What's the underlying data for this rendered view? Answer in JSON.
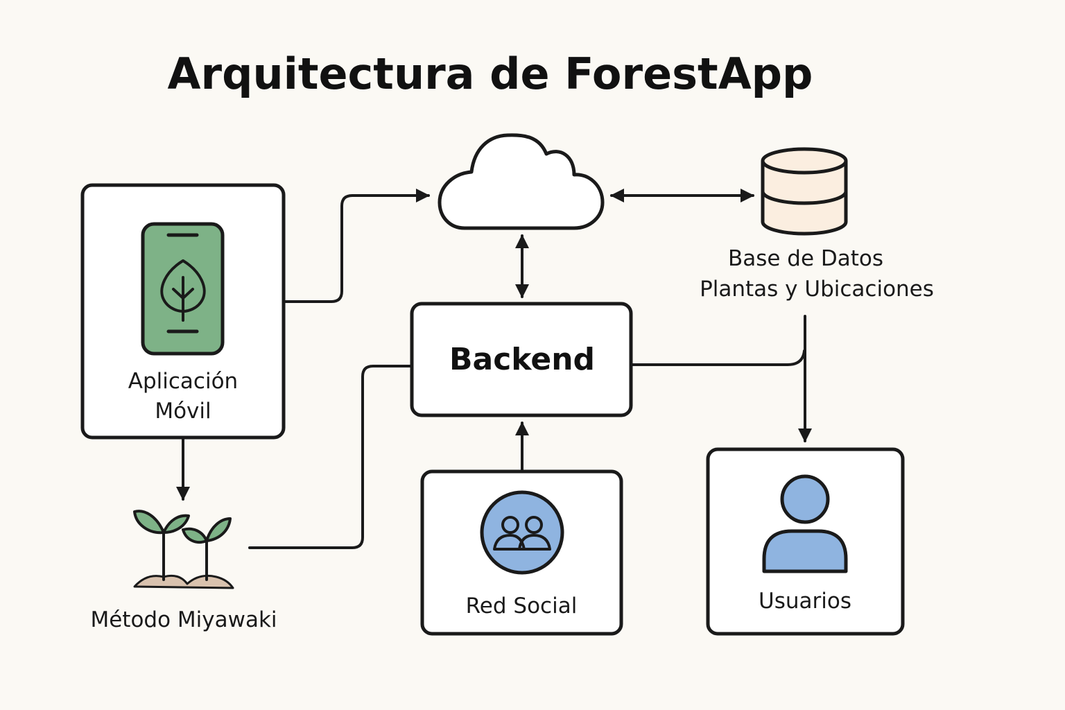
{
  "title": "Arquitectura de ForestApp",
  "nodes": {
    "mobile_app": {
      "label_line1": "Aplicación",
      "label_line2": "Móvil",
      "icon": "phone-leaf-icon"
    },
    "cloud": {
      "icon": "cloud-icon"
    },
    "database": {
      "label_line1": "Base de Datos",
      "label_line2": "Plantas y Ubicaciones",
      "icon": "database-icon"
    },
    "backend": {
      "label": "Backend"
    },
    "miyawaki": {
      "label": "Método Miyawaki",
      "icon": "sprouts-icon"
    },
    "social": {
      "label": "Red Social",
      "icon": "group-icon"
    },
    "users": {
      "label": "Usuarios",
      "icon": "user-icon"
    }
  },
  "colors": {
    "background": "#fbf9f4",
    "stroke": "#1a1a1a",
    "mobile_green": "#7eb287",
    "leaf_green": "#7eb287",
    "soil": "#d9c2ae",
    "database_fill": "#fbeee0",
    "people_blue": "#8fb4e0"
  }
}
